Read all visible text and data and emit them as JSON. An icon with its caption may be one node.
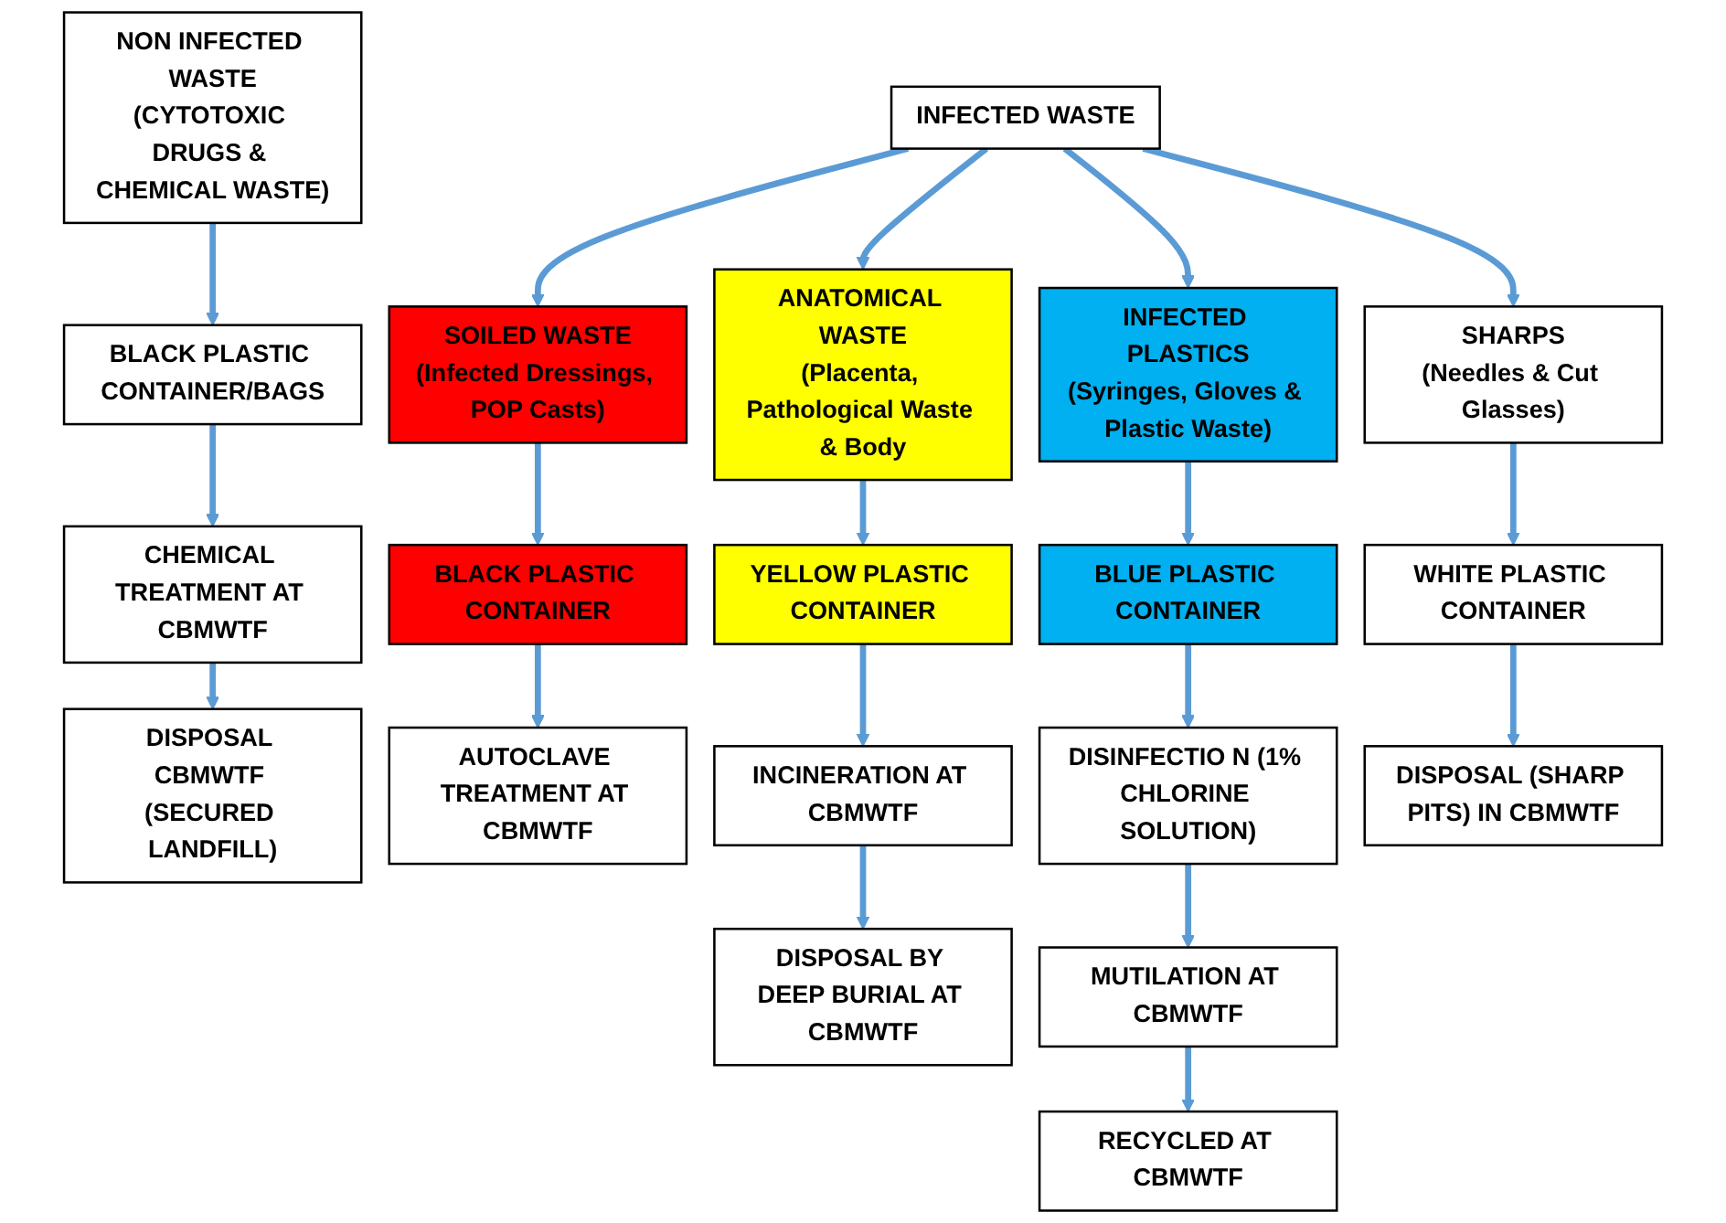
{
  "diagram": {
    "nodes": [
      {
        "text": [
          "NON INFECTED WASTE",
          "(CYTOTOXIC DRUGS & CHEMICAL WASTE)"
        ]
      },
      {
        "text": [
          "BLACK PLASTIC CONTAINER/BAGS"
        ]
      },
      {
        "text": [
          "CHEMICAL TREATMENT AT CBMWTF"
        ]
      },
      {
        "text": [
          "DISPOSAL CBMWTF (SECURED LANDFILL)"
        ]
      },
      {
        "text": [
          "INFECTED WASTE"
        ]
      },
      {
        "text": [
          "SOILED WASTE",
          "(Infected Dressings, POP Casts)"
        ]
      },
      {
        "text": [
          "BLACK PLASTIC CONTAINER"
        ]
      },
      {
        "text": [
          "AUTOCLAVE TREATMENT AT CBMWTF"
        ]
      },
      {
        "text": [
          "ANATOMICAL WASTE",
          "(Placenta, Pathological Waste & Body"
        ]
      },
      {
        "text": [
          "YELLOW PLASTIC CONTAINER"
        ]
      },
      {
        "text": [
          "INCINERATION AT CBMWTF"
        ]
      },
      {
        "text": [
          "DISPOSAL BY DEEP BURIAL AT CBMWTF"
        ]
      },
      {
        "text": [
          "INFECTED PLASTICS",
          "(Syringes, Gloves & Plastic Waste)"
        ]
      },
      {
        "text": [
          "BLUE PLASTIC CONTAINER"
        ]
      },
      {
        "text": [
          "DISINFECTIO N (1% CHLORINE SOLUTION)"
        ]
      },
      {
        "text": [
          "MUTILATION AT CBMWTF"
        ]
      },
      {
        "text": [
          "RECYCLED AT CBMWTF"
        ]
      },
      {
        "text": [
          "SHARPS",
          "(Needles & Cut Glasses)"
        ]
      },
      {
        "text": [
          "WHITE PLASTIC CONTAINER"
        ]
      },
      {
        "text": [
          "DISPOSAL (SHARP PITS) IN CBMWTF"
        ]
      }
    ],
    "edges": [
      {
        "from": 0,
        "to": 1,
        "arrow": "to"
      },
      {
        "from": 1,
        "to": 2,
        "arrow": "to"
      },
      {
        "from": 2,
        "to": 3,
        "arrow": "to"
      },
      {
        "from": 4,
        "to": 5,
        "arrow": "to"
      },
      {
        "from": 4,
        "to": 8,
        "arrow": "to"
      },
      {
        "from": 4,
        "to": 12,
        "arrow": "to"
      },
      {
        "from": 4,
        "to": 17,
        "arrow": "to"
      },
      {
        "from": 5,
        "to": 6,
        "arrow": "to"
      },
      {
        "from": 6,
        "to": 7,
        "arrow": "to"
      },
      {
        "from": 8,
        "to": 9,
        "arrow": "to"
      },
      {
        "from": 9,
        "to": 10,
        "arrow": "to"
      },
      {
        "from": 10,
        "to": 11,
        "arrow": "to"
      },
      {
        "from": 12,
        "to": 13,
        "arrow": "to"
      },
      {
        "from": 13,
        "to": 14,
        "arrow": "to"
      },
      {
        "from": 14,
        "to": 15,
        "arrow": "to"
      },
      {
        "from": 15,
        "to": 16,
        "arrow": "to"
      },
      {
        "from": 17,
        "to": 18,
        "arrow": "to"
      },
      {
        "from": 18,
        "to": 19,
        "arrow": "to"
      }
    ]
  }
}
